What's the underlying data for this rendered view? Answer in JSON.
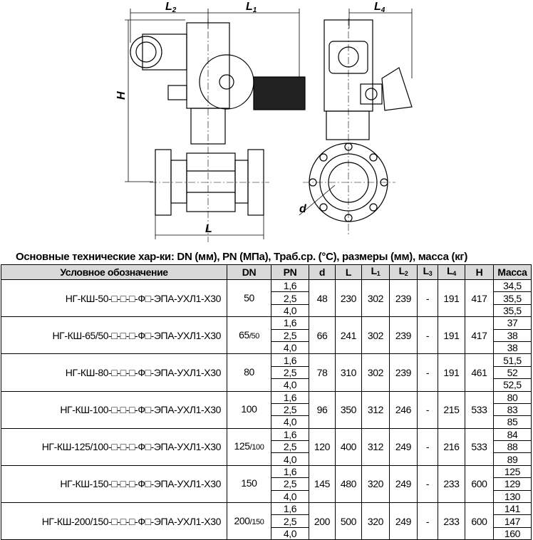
{
  "drawing": {
    "labels": {
      "L2": "L",
      "L2_sub": "2",
      "L1": "L",
      "L1_sub": "1",
      "L4": "L",
      "L4_sub": "4",
      "H": "H",
      "L": "L",
      "d": "d"
    }
  },
  "caption": "Основные технические хар-ки: DN (мм), PN (МПа), Траб.ср. (°С), размеры (мм), масса (кг)",
  "headers": {
    "designation": "Условное обозначение",
    "dn": "DN",
    "pn": "PN",
    "d": "d",
    "l": "L",
    "l1": "L",
    "l1_sub": "1",
    "l2": "L",
    "l2_sub": "2",
    "l3": "L",
    "l3_sub": "3",
    "l4": "L",
    "l4_sub": "4",
    "h": "H",
    "mass": "Масса"
  },
  "rows": [
    {
      "designation": "НГ-КШ-50-□-□-□-Ф□-ЭПА-УХЛ1-Х30",
      "dn": "50",
      "dn_small": "",
      "pn": [
        "1,6",
        "2,5",
        "4,0"
      ],
      "d": "48",
      "l": "230",
      "l1": "302",
      "l2": "239",
      "l3": "-",
      "l4": "191",
      "h": "417",
      "mass": [
        "34,5",
        "35,5",
        "35,5"
      ]
    },
    {
      "designation": "НГ-КШ-65/50-□-□-□-Ф□-ЭПА-УХЛ1-Х30",
      "dn": "65",
      "dn_small": "/50",
      "pn": [
        "1,6",
        "2,5",
        "4,0"
      ],
      "d": "66",
      "l": "241",
      "l1": "302",
      "l2": "239",
      "l3": "-",
      "l4": "191",
      "h": "417",
      "mass": [
        "37",
        "38",
        "38"
      ]
    },
    {
      "designation": "НГ-КШ-80-□-□-□-Ф□-ЭПА-УХЛ1-Х30",
      "dn": "80",
      "dn_small": "",
      "pn": [
        "1,6",
        "2,5",
        "4,0"
      ],
      "d": "78",
      "l": "310",
      "l1": "302",
      "l2": "239",
      "l3": "-",
      "l4": "191",
      "h": "461",
      "mass": [
        "51,5",
        "52",
        "52,5"
      ]
    },
    {
      "designation": "НГ-КШ-100-□-□-□-Ф□-ЭПА-УХЛ1-Х30",
      "dn": "100",
      "dn_small": "",
      "pn": [
        "1,6",
        "2,5",
        "4,0"
      ],
      "d": "96",
      "l": "350",
      "l1": "312",
      "l2": "246",
      "l3": "-",
      "l4": "215",
      "h": "533",
      "mass": [
        "80",
        "83",
        "85"
      ]
    },
    {
      "designation": "НГ-КШ-125/100-□-□-□-Ф□-ЭПА-УХЛ1-Х30",
      "dn": "125",
      "dn_small": "/100",
      "pn": [
        "1,6",
        "2,5",
        "4,0"
      ],
      "d": "120",
      "l": "400",
      "l1": "312",
      "l2": "249",
      "l3": "-",
      "l4": "216",
      "h": "533",
      "mass": [
        "84",
        "88",
        "89"
      ]
    },
    {
      "designation": "НГ-КШ-150-□-□-□-Ф□-ЭПА-УХЛ1-Х30",
      "dn": "150",
      "dn_small": "",
      "pn": [
        "1,6",
        "2,5",
        "4,0"
      ],
      "d": "145",
      "l": "480",
      "l1": "320",
      "l2": "249",
      "l3": "-",
      "l4": "233",
      "h": "600",
      "mass": [
        "125",
        "129",
        "130"
      ]
    },
    {
      "designation": "НГ-КШ-200/150-□-□-□-Ф□-ЭПА-УХЛ1-Х30",
      "dn": "200",
      "dn_small": "/150",
      "pn": [
        "1,6",
        "2,5",
        "4,0"
      ],
      "d": "200",
      "l": "500",
      "l1": "320",
      "l2": "249",
      "l3": "-",
      "l4": "233",
      "h": "600",
      "mass": [
        "141",
        "147",
        "160"
      ]
    }
  ]
}
